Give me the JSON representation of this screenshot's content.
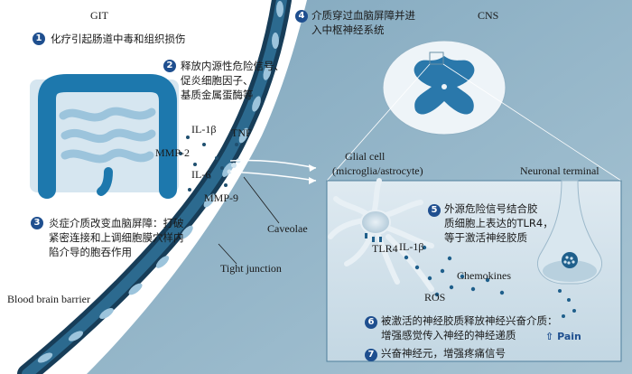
{
  "colors": {
    "accent": "#1f4f8f",
    "membrane_dark": "#1b4563",
    "membrane_light": "#2f6d92",
    "cns_bg": "#8fb2c6",
    "cns_panel_bg": "#cfe0ea",
    "intestine": "#1f7fb3"
  },
  "regions": {
    "git": "GIT",
    "cns": "CNS"
  },
  "steps": [
    {
      "num": "1",
      "lines": [
        "化疗引起肠道中毒和组织损伤"
      ]
    },
    {
      "num": "2",
      "lines": [
        "释放内源性危险信号、",
        "促炎细胞因子、",
        "基质金属蛋酶等"
      ]
    },
    {
      "num": "3",
      "lines": [
        "炎症介质改变血脑屏障：打破",
        "紧密连接和上调细胞膜穴样内",
        "陷介导的胞吞作用"
      ]
    },
    {
      "num": "4",
      "lines": [
        "介质穿过血脑屏障并进",
        "入中枢神经系统"
      ]
    },
    {
      "num": "5",
      "lines": [
        "外源危险信号结合胶",
        "质细胞上表达的TLR4，",
        "等于激活神经胶质"
      ]
    },
    {
      "num": "6",
      "lines": [
        "被激活的神经胶质释放神经兴奋介质：",
        "增强感觉传入神经的神经递质"
      ]
    },
    {
      "num": "7",
      "lines": [
        "兴奋神经元，增强疼痛信号"
      ]
    }
  ],
  "labels": {
    "il1b_git": "IL-1β",
    "tnf": "TNF",
    "mmp2": "MMP-2",
    "il6": "IL-6",
    "mmp9": "MMP-9",
    "caveolae": "Caveolae",
    "tight_junction": "Tight junction",
    "bbb": "Blood brain barrier",
    "glial_line1": "Glial cell",
    "glial_line2": "(microglia/astrocyte)",
    "neuronal": "Neuronal terminal",
    "tlr4": "TLR4",
    "il1b_cns": "IL-1β",
    "chemokines": "Chemokines",
    "ros": "ROS",
    "pain": "Pain"
  },
  "icons": {
    "pain_arrow": "up-arrow-icon"
  }
}
